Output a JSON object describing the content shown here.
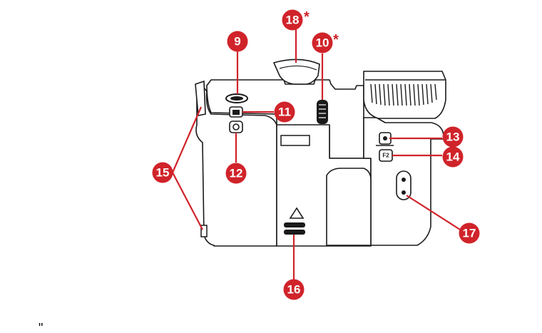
{
  "diagram": {
    "callouts": [
      {
        "id": "9",
        "label": "9",
        "asterisk": ""
      },
      {
        "id": "10",
        "label": "10",
        "asterisk": "*"
      },
      {
        "id": "11",
        "label": "11",
        "asterisk": ""
      },
      {
        "id": "12",
        "label": "12",
        "asterisk": ""
      },
      {
        "id": "13",
        "label": "13",
        "asterisk": ""
      },
      {
        "id": "14",
        "label": "14",
        "asterisk": ""
      },
      {
        "id": "15",
        "label": "15",
        "asterisk": ""
      },
      {
        "id": "16",
        "label": "16",
        "asterisk": ""
      },
      {
        "id": "17",
        "label": "17",
        "asterisk": ""
      },
      {
        "id": "18",
        "label": "18",
        "asterisk": "*"
      }
    ],
    "button_labels": {
      "f2": "F2"
    },
    "footnote_mark": "\"",
    "colors": {
      "callout_red": "#d0232a",
      "outline": "#1a1a1a",
      "body_fill": "#ffffff"
    }
  }
}
